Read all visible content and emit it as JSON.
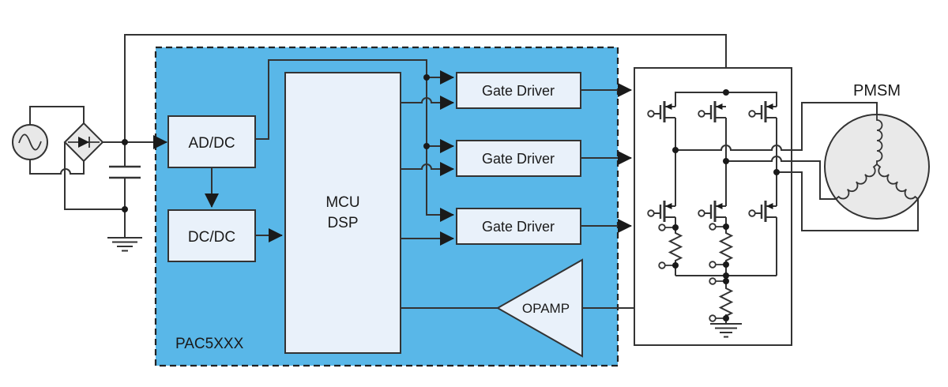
{
  "labels": {
    "pac": "PAC5XXX",
    "adc": "AD/DC",
    "dcdc": "DC/DC",
    "mcu_line1": "MCU",
    "mcu_line2": "DSP",
    "gate_driver": "Gate Driver",
    "opamp": "OPAMP",
    "motor": "PMSM"
  },
  "colors": {
    "pac_fill": "#59B7E8",
    "block_fill": "#E9F1FA",
    "bridge_fill": "#FFFFFF",
    "motor_fill": "#E9E9E9",
    "ac_fill": "#E8E8E8",
    "wire": "#333333",
    "text": "#1A1A1A"
  }
}
